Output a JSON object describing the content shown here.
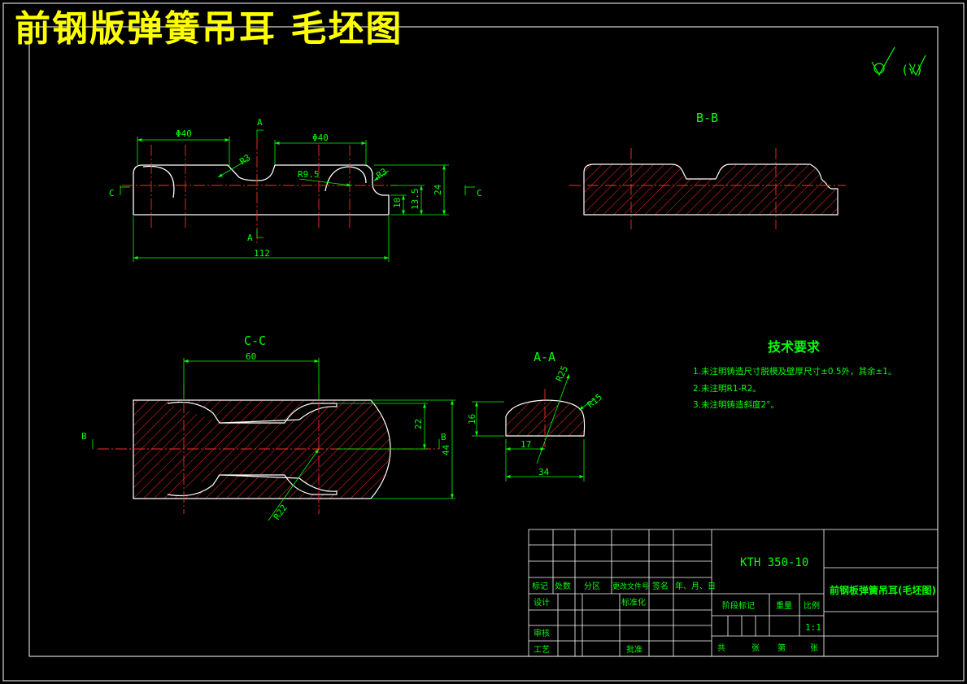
{
  "drawing_title": "前钢版弹簧吊耳 毛坯图",
  "roughness": {
    "symbol_label": "(√)"
  },
  "views": {
    "top": {
      "labels": {
        "cut_a": "A",
        "cut_c": "C"
      },
      "dims": {
        "phi_left": "Φ40",
        "phi_right": "Φ40",
        "r3_left": "R3",
        "r9_5": "R9.5",
        "r3_right": "R3",
        "d24": "24",
        "d13_5": "13.5",
        "d10": "10",
        "d112": "112"
      }
    },
    "bb": {
      "title": "B-B"
    },
    "cc": {
      "title": "C-C",
      "dims": {
        "d60": "60",
        "d22": "22",
        "d44": "44",
        "r22": "R22"
      },
      "labels": {
        "cut_b": "B"
      }
    },
    "aa": {
      "title": "A-A",
      "dims": {
        "r25": "R25",
        "r15": "R15",
        "d16": "16",
        "d17": "17",
        "d34": "34"
      }
    }
  },
  "tech_requirements": {
    "title": "技术要求",
    "items": [
      "1.未注明铸造尺寸脱模及壁厚尺寸±0.5外，其余±1。",
      "2.未注明R1-R2。",
      "3.未注明铸造斜度2°。"
    ]
  },
  "title_block": {
    "material": "KTH 350-10",
    "part_name": "前钢板弹簧吊耳(毛坯图)",
    "headers": {
      "mark": "标记",
      "count": "处数",
      "zone": "分区",
      "change_doc": "更改文件号",
      "sign": "签名",
      "date": "年、月、日"
    },
    "roles": {
      "design": "设计",
      "standardize": "标准化",
      "review": "审核",
      "process": "工艺",
      "approve": "批准"
    },
    "stage_mark": "阶段标记",
    "weight": "重量",
    "scale_label": "比例",
    "scale_value": "1:1",
    "total": "共",
    "sheets": "张",
    "sheet_no": "第",
    "sheet_unit": "张"
  }
}
